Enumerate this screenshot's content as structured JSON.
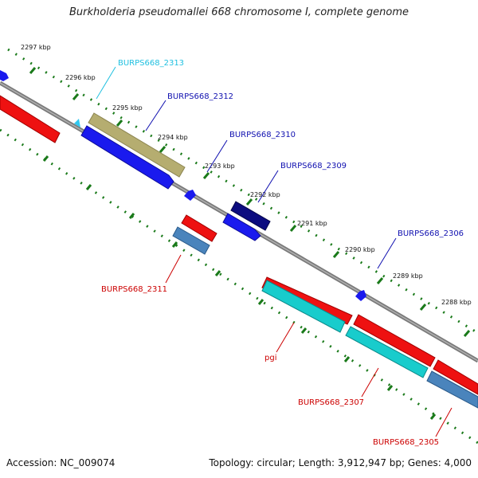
{
  "title": "Burkholderia pseudomallei 668 chromosome I, complete genome",
  "footer": {
    "accession": "Accession: NC_009074",
    "info": "Topology: circular; Length: 3,912,947 bp; Genes: 4,000"
  },
  "colors": {
    "backbone": "#808080",
    "tick": "#1a7a1a",
    "forward_label": "#1010b0",
    "reverse_label": "#cc0000",
    "light_label": "#20c0e0"
  },
  "kbp_ticks": [
    "2297 kbp",
    "2296 kbp",
    "2295 kbp",
    "2294 kbp",
    "2293 kbp",
    "2292 kbp",
    "2291 kbp",
    "2290 kbp",
    "2289 kbp",
    "2288 kbp"
  ],
  "gene_labels": {
    "g2313": "BURPS668_2313",
    "g2312": "BURPS668_2312",
    "g2310": "BURPS668_2310",
    "g2309": "BURPS668_2309",
    "g2306": "BURPS668_2306",
    "g2311": "BURPS668_2311",
    "pgi": "pgi",
    "g2307": "BURPS668_2307",
    "g2305": "BURPS668_2305"
  }
}
